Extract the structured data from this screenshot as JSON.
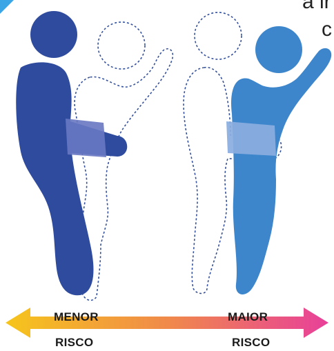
{
  "header_fragments": {
    "line1": "a ir",
    "line2": "c"
  },
  "scale": {
    "left_top": "MENOR",
    "left_bottom": "RISCO",
    "right_top": "MAIOR",
    "right_bottom": "RISCO"
  },
  "colors": {
    "dark_figure": "#2f4b9e",
    "dark_figure_band": "#6878c2",
    "light_figure": "#3d86cc",
    "light_figure_band": "#8aaee0",
    "dashed_outline": "#34509a",
    "gradient_start": "#f6c51c",
    "gradient_mid": "#f08a4a",
    "gradient_end": "#e8409a",
    "corner_accent": "#3aa6e6"
  }
}
